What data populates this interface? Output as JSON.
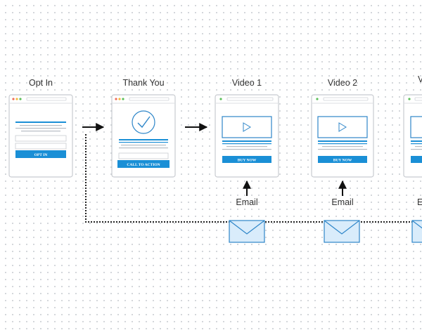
{
  "stages": [
    {
      "id": "opt-in",
      "title": "Opt In",
      "button": "OPT IN"
    },
    {
      "id": "thank-you",
      "title": "Thank You",
      "button": "CALL TO ACTION"
    },
    {
      "id": "video-1",
      "title": "Video 1",
      "button": "BUY NOW"
    },
    {
      "id": "video-2",
      "title": "Video 2",
      "button": "BUY NOW"
    },
    {
      "id": "video-3",
      "title": "V"
    }
  ],
  "emails": [
    {
      "label": "Email"
    },
    {
      "label": "Email"
    },
    {
      "label": "E"
    }
  ],
  "colors": {
    "accent": "#1a8fd6",
    "card_border": "#c8cbd0",
    "envelope_fill": "#d9ecfb",
    "envelope_stroke": "#2e86c9",
    "dot_red": "#ee6d5b",
    "dot_yellow": "#f5b940",
    "dot_green": "#5cbf5a"
  }
}
